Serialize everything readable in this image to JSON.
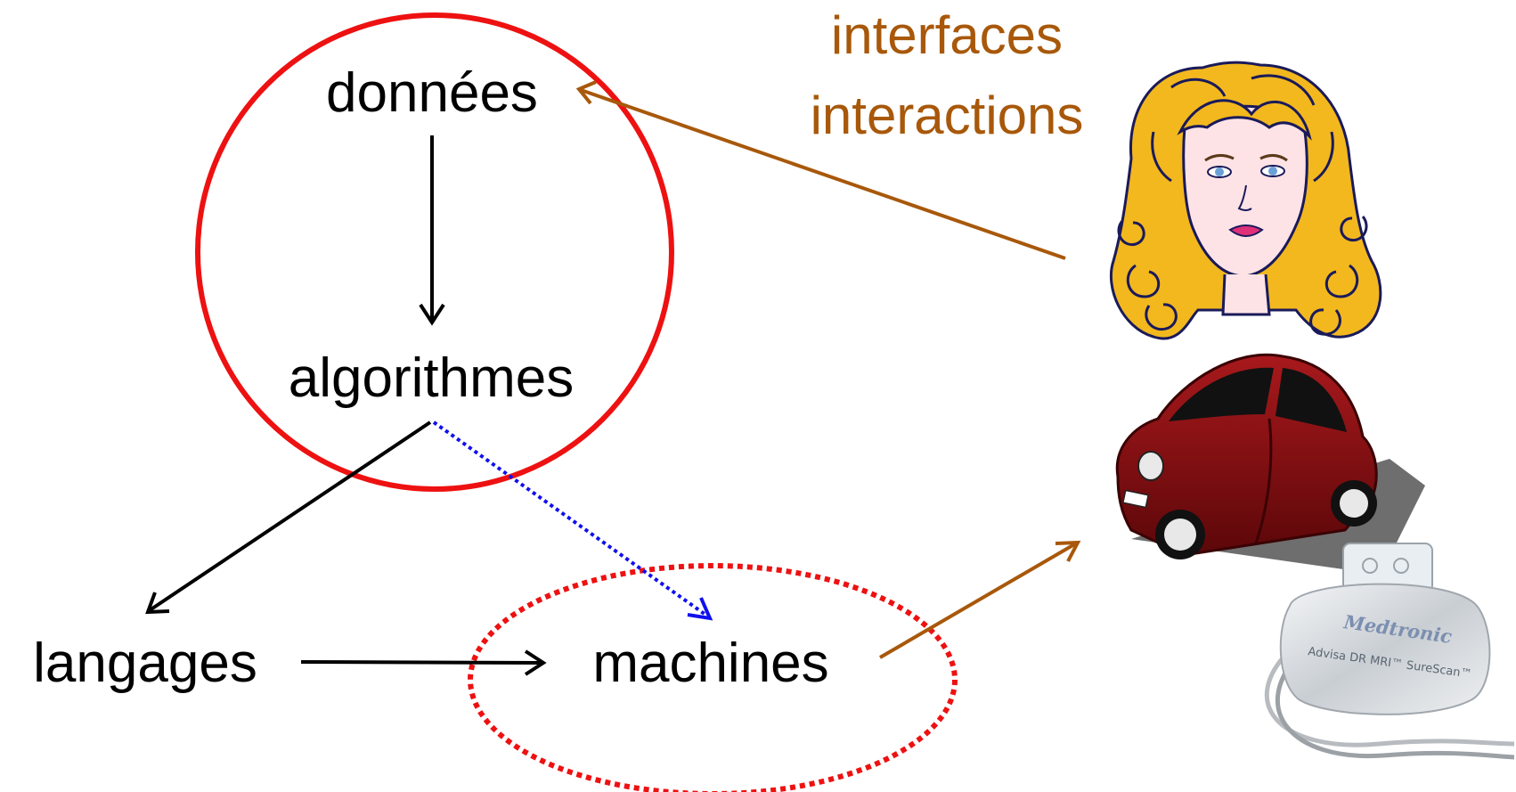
{
  "nodes": {
    "donnees": "données",
    "algorithmes": "algorithmes",
    "langages": "langages",
    "machines": "machines"
  },
  "interfaces": {
    "line1": "interfaces",
    "line2": "interactions"
  },
  "pacemaker": {
    "brand": "Medtronic",
    "model": "Advisa DR MRI™ SureScan™"
  },
  "colors": {
    "text": "#000000",
    "interface": "#a8580a",
    "solid_circle": "#ee1111",
    "dotted_ellipse": "#ee1111",
    "dotted_arrow": "#1010ee",
    "car_body": "#7a0d10"
  },
  "icons": [
    "woman-face-icon",
    "red-car-icon",
    "pacemaker-icon"
  ]
}
